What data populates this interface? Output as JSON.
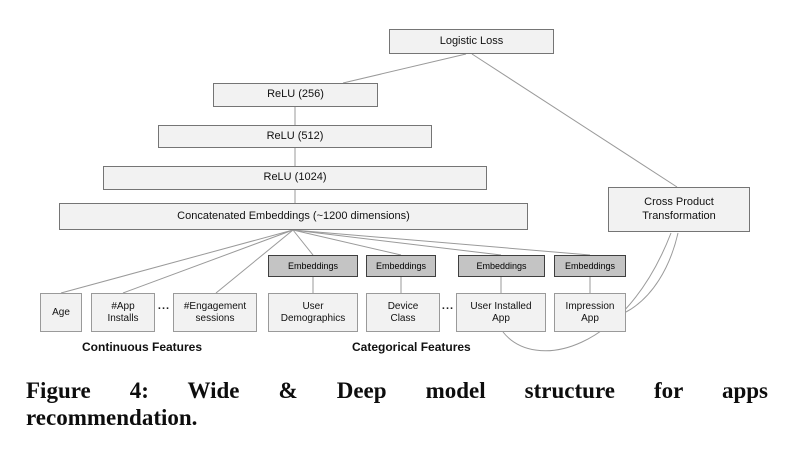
{
  "figure": {
    "nodes": {
      "logistic_loss": "Logistic Loss",
      "relu_256": "ReLU (256)",
      "relu_512": "ReLU (512)",
      "relu_1024": "ReLU (1024)",
      "concatenated_embeddings": "Concatenated Embeddings (~1200 dimensions)",
      "cross_product_transformation": "Cross Product Transformation",
      "embeddings_label": "Embeddings"
    },
    "continuous_features": {
      "label": "Continuous Features",
      "items": [
        "Age",
        "#App Installs",
        "#Engagement sessions"
      ]
    },
    "categorical_features": {
      "label": "Categorical Features",
      "items": [
        "User Demographics",
        "Device Class",
        "User Installed App",
        "Impression App"
      ]
    },
    "ellipsis": "..."
  },
  "caption": {
    "lines": [
      "Figure 4: Wide & Deep model structure for apps",
      "recommendation."
    ]
  },
  "colors": {
    "node-fill": "#f2f2f2",
    "node-border": "#757575",
    "feat-border": "#9a9a9a",
    "emb-fill": "#c4c4c4",
    "emb-border": "#3f3f3f",
    "edge-color": "#9a9a9a"
  }
}
